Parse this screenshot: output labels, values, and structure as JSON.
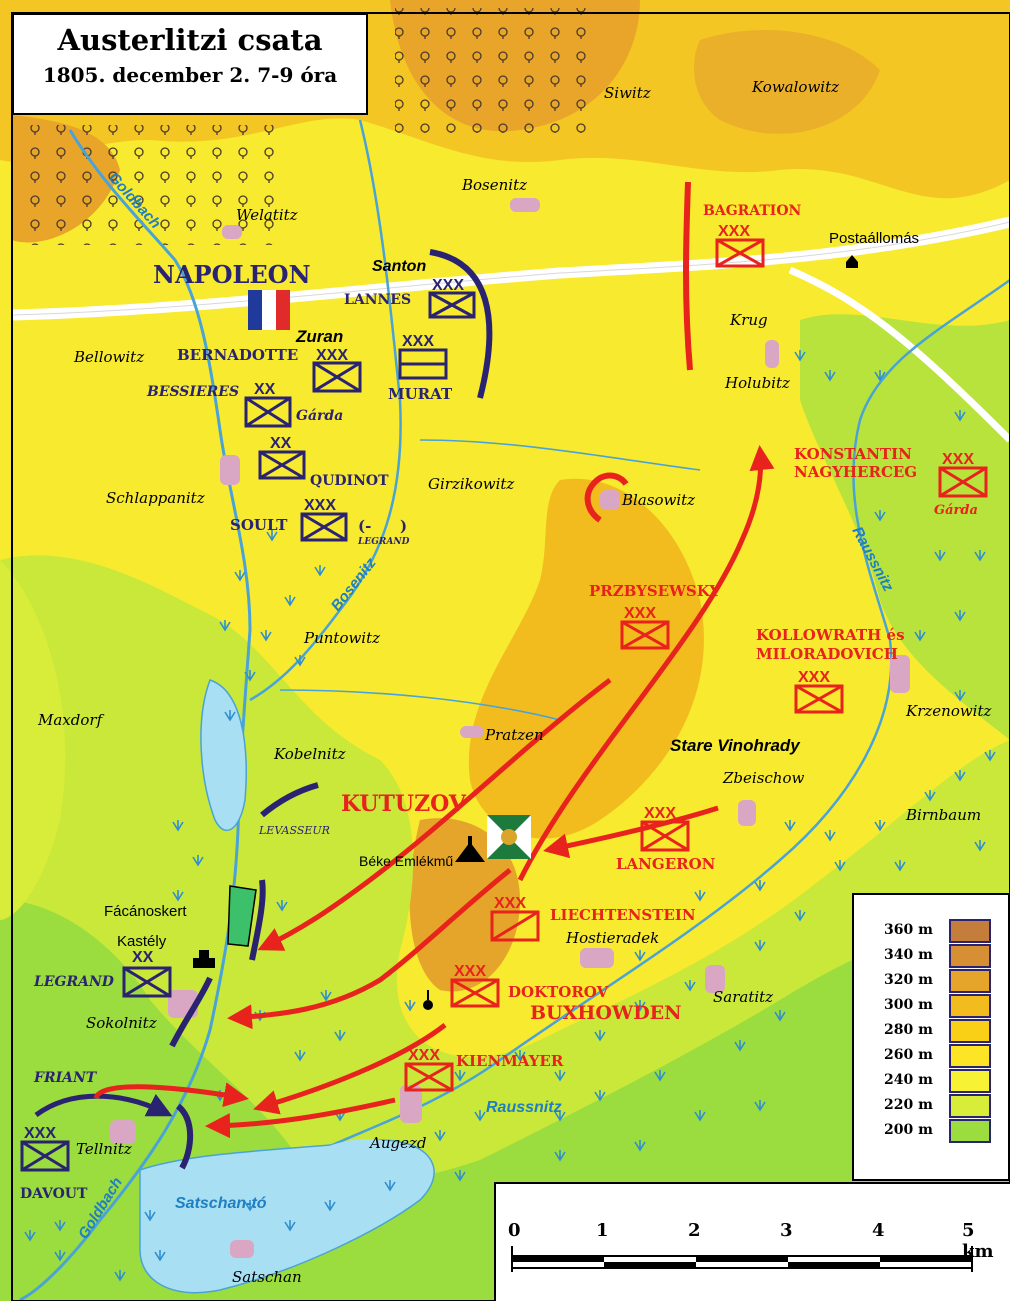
{
  "title": {
    "main": "Austerlitzi csata",
    "sub": "1805. december 2. 7-9 óra"
  },
  "colors": {
    "french": "#2a2372",
    "allied": "#e8221c",
    "water": "#a9dff2",
    "river": "#4aa3d6",
    "village": "#d9a6c4",
    "road": "#ffffff"
  },
  "labels": {
    "napoleon": "NAPOLEON",
    "santon": "Santon",
    "zuran": "Zuran",
    "lannes": "LANNES",
    "bernadotte": "BERNADOTTE",
    "murat": "MURAT",
    "bessieres": "BESSIERES",
    "garda_fr": "Gárda",
    "qudinot": "QUDINOT",
    "soult": "SOULT",
    "legrand_paren_open": "(-",
    "legrand_paren_close": ")",
    "legrand_small": "LEGRAND",
    "levasseur": "LEVASSEUR",
    "legrand": "LEGRAND",
    "friant": "FRIANT",
    "davout": "DAVOUT",
    "bagration": "BAGRATION",
    "postaallomas": "Postaállomás",
    "konstantin1": "KONSTANTIN",
    "konstantin2": "NAGYHERCEG",
    "garda_al": "Gárda",
    "przbysewsky": "PRZBYSEWSKY",
    "kollowrath1": "KOLLOWRATH és",
    "kollowrath2": "MILORADOVICH",
    "stare_vinohrady": "Stare Vinohrady",
    "kutuzov": "KUTUZOV",
    "beke_emlekmu": "Béke Emlékmű",
    "langeron": "LANGERON",
    "liechtenstein": "LIECHTENSTEIN",
    "fecanoskert": "Fácánoskert",
    "kastely": "Kastély",
    "doktorov": "DOKTOROV",
    "buxhowden": "BUXHOWDEN",
    "kienmayer": "KIENMAYER",
    "goldbach_top": "Goldbach",
    "goldbach_bottom": "Goldbach",
    "bosenitz_river": "Bosenitz",
    "raussnitz_river": "Raussnitz",
    "raussnitz_river2": "Raussnitz",
    "satschan_to": "Satschan-tó"
  },
  "villages": {
    "siwitz": "Siwitz",
    "kowalowitz": "Kowalowitz",
    "bosenitz": "Bosenitz",
    "welatitz": "Welatitz",
    "krug": "Krug",
    "holubitz": "Holubitz",
    "bellowitz": "Bellowitz",
    "schlappanitz": "Schlappanitz",
    "girzikowitz": "Girzikowitz",
    "blasowitz": "Blasowitz",
    "puntowitz": "Puntowitz",
    "maxdorf": "Maxdorf",
    "kobelnitz": "Kobelnitz",
    "pratzen": "Pratzen",
    "krzenowitz": "Krzenowitz",
    "zbeischow": "Zbeischow",
    "birnbaum": "Birnbaum",
    "hostieradek": "Hostieradek",
    "sokolnitz": "Sokolnitz",
    "saratitz": "Saratitz",
    "tellnitz": "Tellnitz",
    "augezd": "Augezd",
    "satschan": "Satschan"
  },
  "unit_symbols": {
    "corps": "XXX",
    "division": "XX"
  },
  "legend": {
    "rows": [
      {
        "label": "360 m",
        "color": "#c47d3a"
      },
      {
        "label": "340 m",
        "color": "#d68f33"
      },
      {
        "label": "320 m",
        "color": "#e5a52a"
      },
      {
        "label": "300 m",
        "color": "#f2bc1f"
      },
      {
        "label": "280 m",
        "color": "#fad016"
      },
      {
        "label": "260 m",
        "color": "#fde424"
      },
      {
        "label": "240 m",
        "color": "#f7f234"
      },
      {
        "label": "220 m",
        "color": "#d8ec3a"
      },
      {
        "label": "200 m",
        "color": "#9bdc3e"
      }
    ]
  },
  "scale": {
    "labels": [
      "0",
      "1",
      "2",
      "3",
      "4",
      "5 km"
    ]
  }
}
